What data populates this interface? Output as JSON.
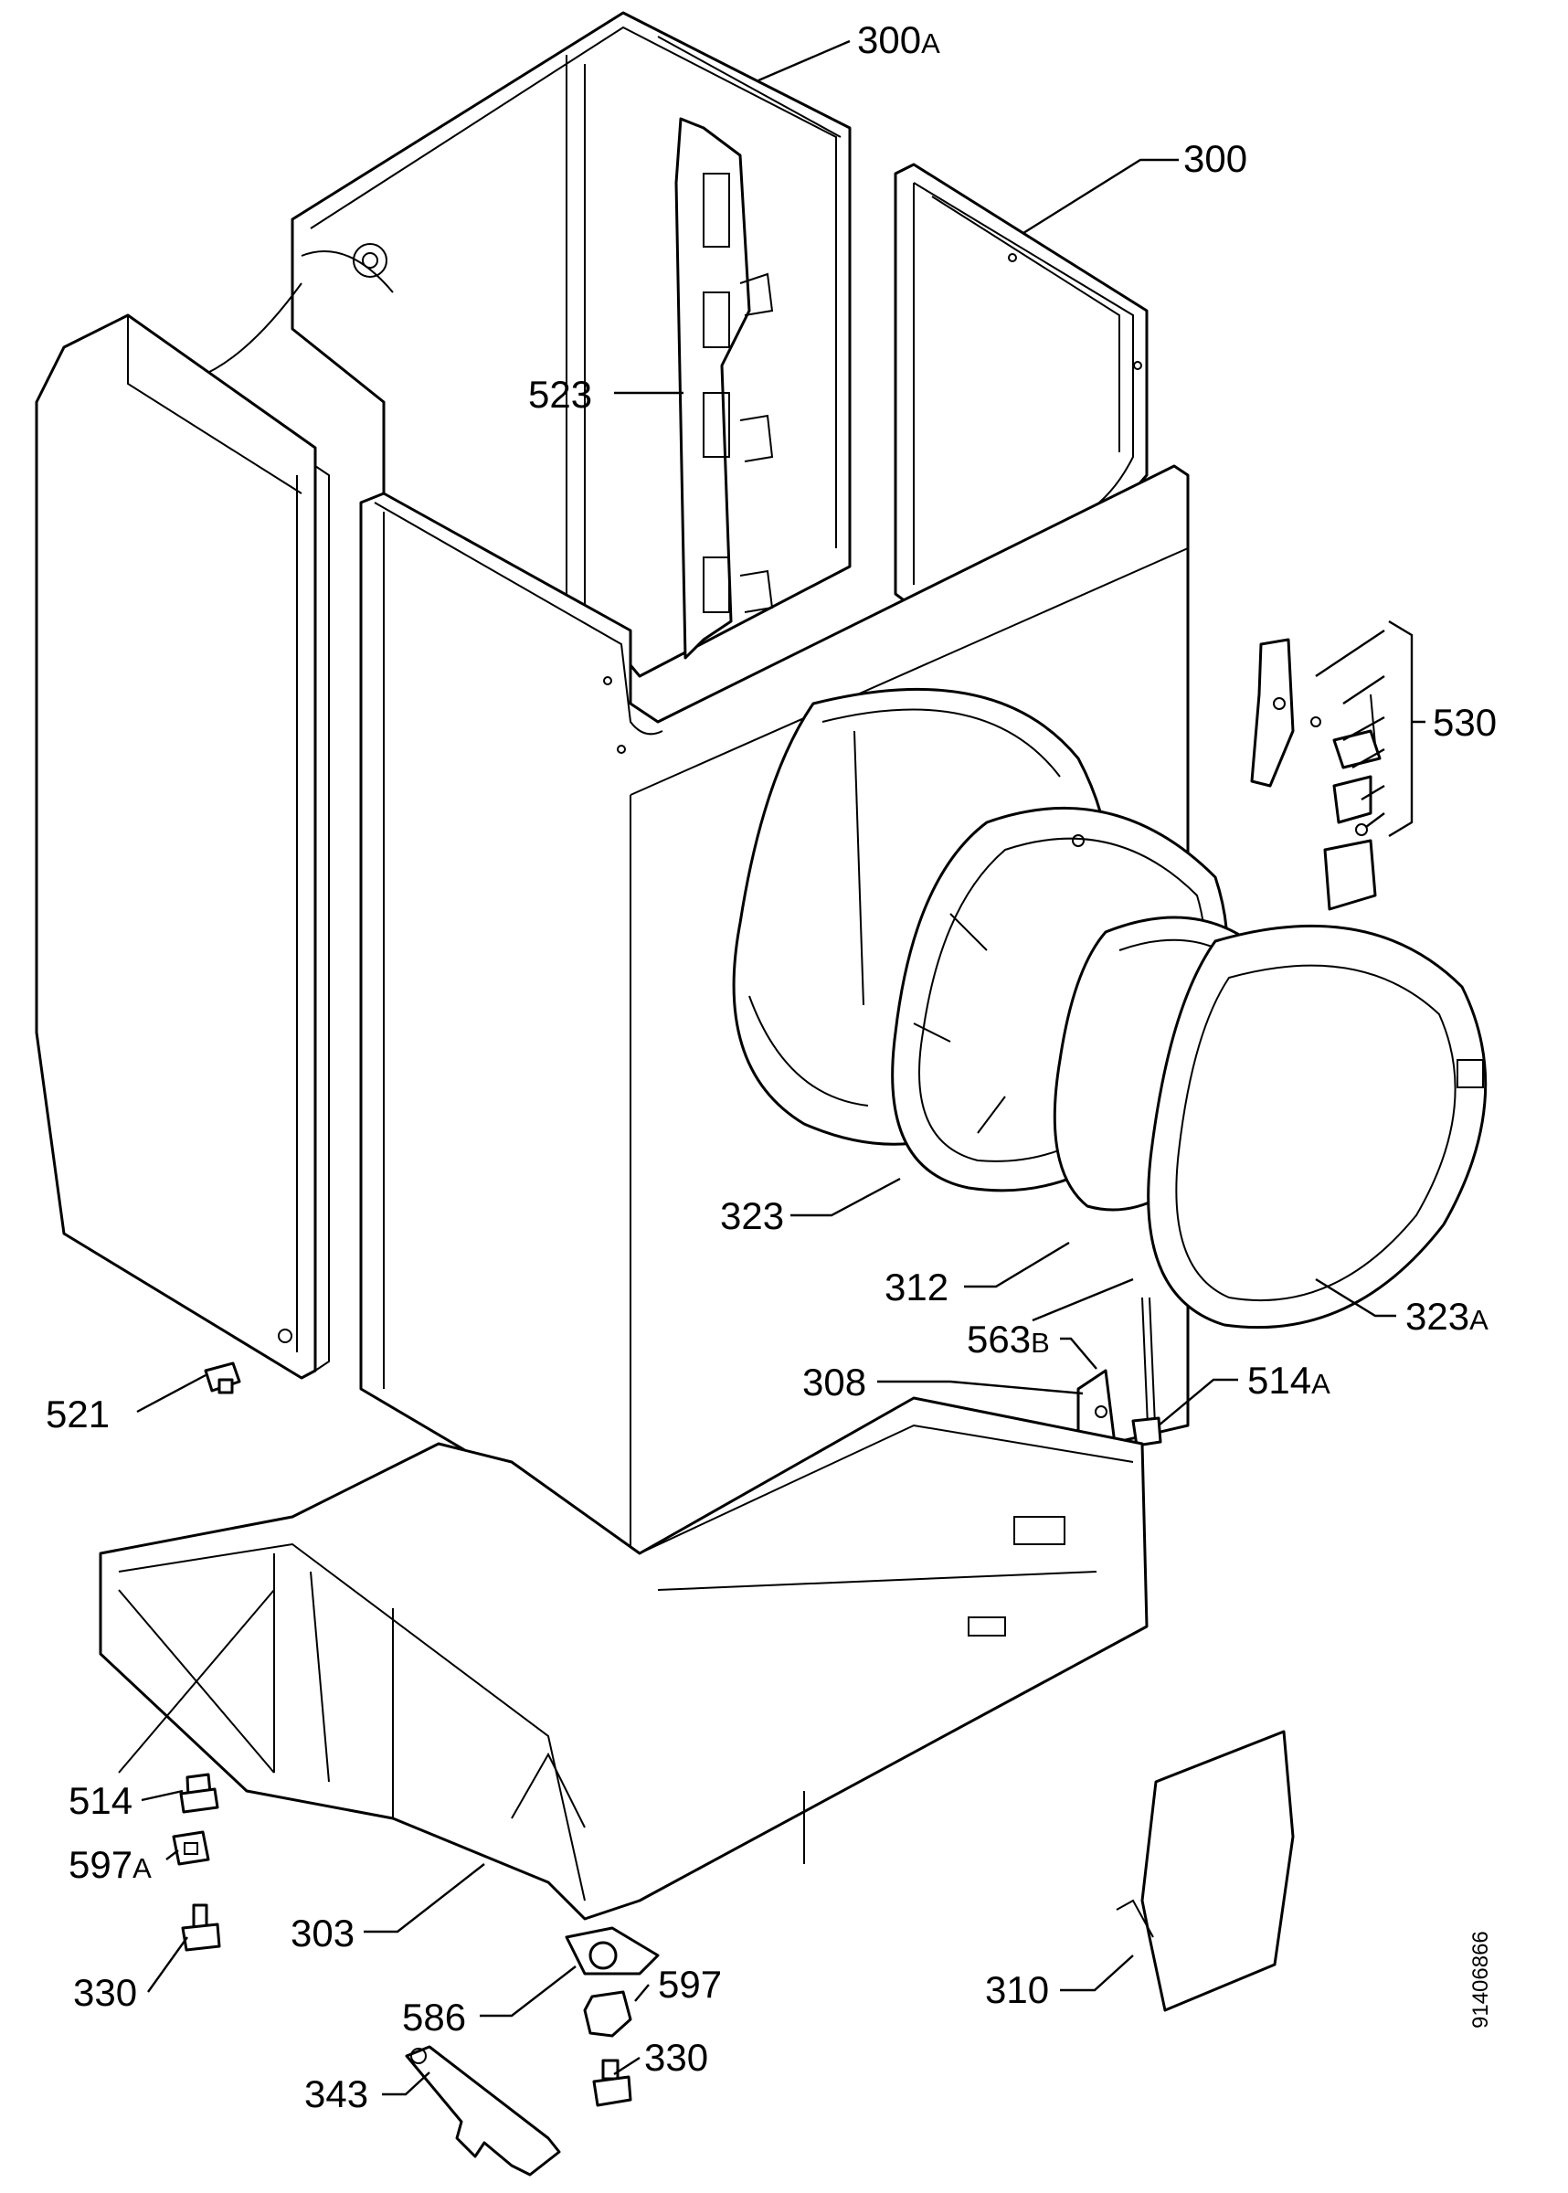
{
  "diagram": {
    "document_number": "91406866",
    "parts": [
      {
        "number": "300",
        "suffix": "A"
      },
      {
        "number": "300",
        "suffix": ""
      },
      {
        "number": "523",
        "suffix": ""
      },
      {
        "number": "530",
        "suffix": ""
      },
      {
        "number": "323",
        "suffix": ""
      },
      {
        "number": "312",
        "suffix": ""
      },
      {
        "number": "323",
        "suffix": "A"
      },
      {
        "number": "563",
        "suffix": "B"
      },
      {
        "number": "308",
        "suffix": ""
      },
      {
        "number": "514",
        "suffix": "A"
      },
      {
        "number": "521",
        "suffix": ""
      },
      {
        "number": "514",
        "suffix": ""
      },
      {
        "number": "597",
        "suffix": "A"
      },
      {
        "number": "330",
        "suffix": ""
      },
      {
        "number": "303",
        "suffix": ""
      },
      {
        "number": "586",
        "suffix": ""
      },
      {
        "number": "597",
        "suffix": ""
      },
      {
        "number": "310",
        "suffix": ""
      },
      {
        "number": "343",
        "suffix": ""
      },
      {
        "number": "330",
        "suffix": ""
      }
    ]
  }
}
